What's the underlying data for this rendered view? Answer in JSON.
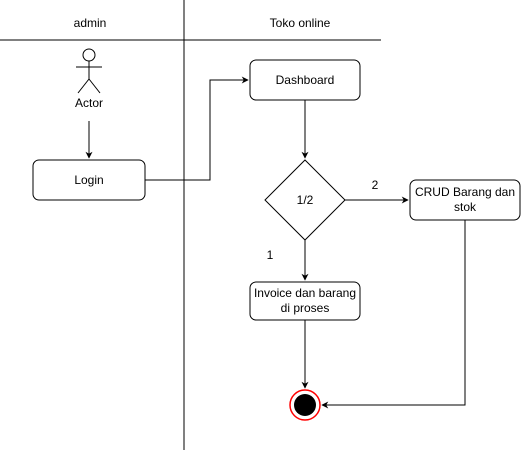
{
  "lanes": [
    {
      "label": "admin"
    },
    {
      "label": "Toko online"
    }
  ],
  "actor": {
    "label": "Actor"
  },
  "nodes": {
    "login": {
      "label": "Login"
    },
    "dashboard": {
      "label": "Dashboard"
    },
    "decision": {
      "label": "1/2"
    },
    "crud": {
      "line1": "CRUD Barang dan",
      "line2": "stok"
    },
    "invoice": {
      "line1": "Invoice dan barang",
      "line2": "di proses"
    }
  },
  "edge_labels": {
    "to_crud": "2",
    "to_invoice": "1"
  },
  "colors": {
    "stroke": "#000000",
    "fill": "#ffffff",
    "end_ring": "#ff0000",
    "end_core": "#000000"
  }
}
